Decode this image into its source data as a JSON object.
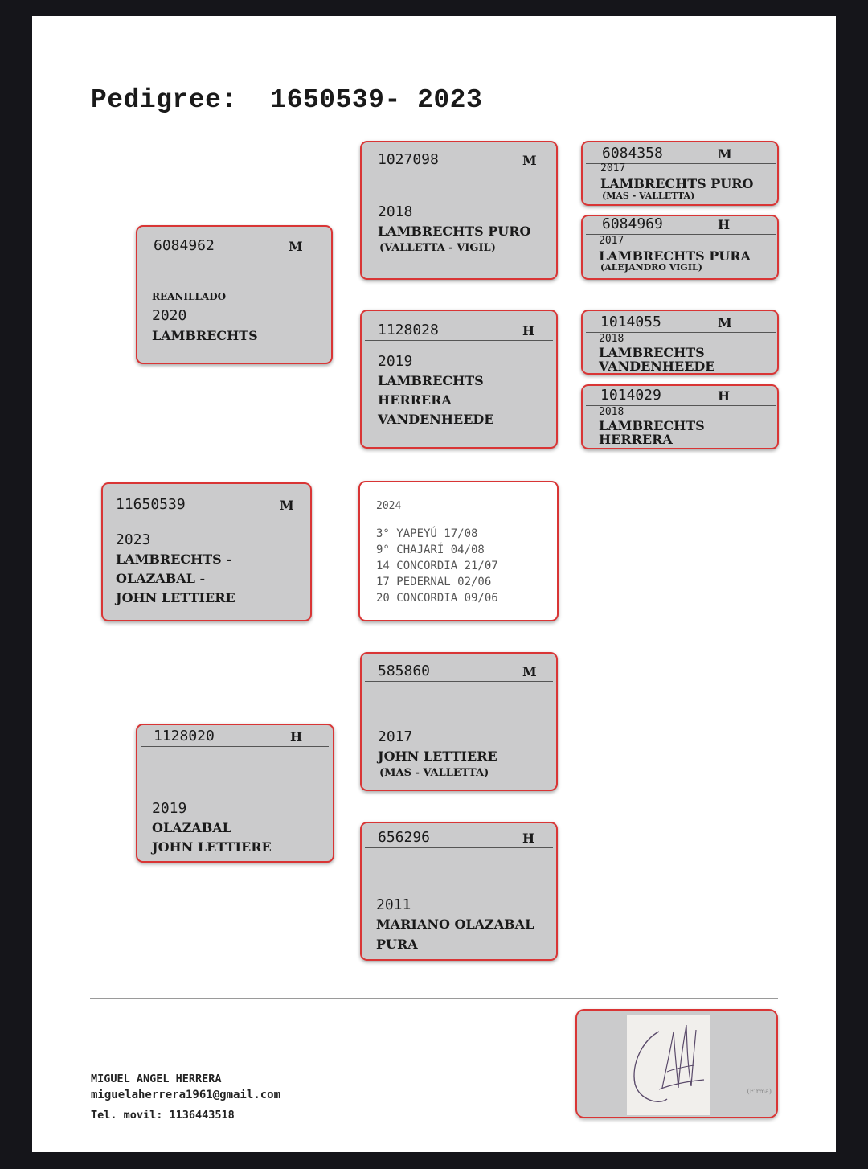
{
  "title": {
    "label": "Pedigree:",
    "number": "1650539- 2023"
  },
  "subject": {
    "ring": "11650539",
    "sex": "M",
    "year": "2023",
    "line1": "LAMBRECHTS -",
    "line2": "OLAZABAL -",
    "line3": "JOHN LETTIERE"
  },
  "sire": {
    "ring": "6084962",
    "sex": "M",
    "note": "REANILLADO",
    "year": "2020",
    "name": "LAMBRECHTS"
  },
  "dam": {
    "ring": "1128020",
    "sex": "H",
    "year": "2019",
    "line1": "OLAZABAL",
    "line2": "JOHN LETTIERE"
  },
  "sire_sire": {
    "ring": "1027098",
    "sex": "M",
    "year": "2018",
    "name": "LAMBRECHTS PURO",
    "detail": "(VALLETTA - VIGIL)"
  },
  "sire_dam": {
    "ring": "1128028",
    "sex": "H",
    "year": "2019",
    "line1": "LAMBRECHTS",
    "line2": "HERRERA",
    "line3": "VANDENHEEDE"
  },
  "dam_sire": {
    "ring": "585860",
    "sex": "M",
    "year": "2017",
    "name": "JOHN LETTIERE",
    "detail": "(MAS - VALLETTA)"
  },
  "dam_dam": {
    "ring": "656296",
    "sex": "H",
    "year": "2011",
    "line1": "MARIANO OLAZABAL",
    "line2": "PURA"
  },
  "ggp1": {
    "ring": "6084358",
    "sex": "M",
    "year": "2017",
    "name": "LAMBRECHTS PURO",
    "detail": "(MAS - VALLETTA)"
  },
  "ggp2": {
    "ring": "6084969",
    "sex": "H",
    "year": "2017",
    "name": "LAMBRECHTS PURA",
    "detail": "(ALEJANDRO VIGIL)"
  },
  "ggp3": {
    "ring": "1014055",
    "sex": "M",
    "year": "2018",
    "line1": "LAMBRECHTS",
    "line2": "VANDENHEEDE"
  },
  "ggp4": {
    "ring": "1014029",
    "sex": "H",
    "year": "2018",
    "line1": "LAMBRECHTS",
    "line2": "HERRERA"
  },
  "results": {
    "year": "2024",
    "items": [
      "3° YAPEYÚ 17/08",
      "9° CHAJARÍ 04/08",
      "14 CONCORDIA 21/07",
      "17 PEDERNAL 02/06",
      "20 CONCORDIA 09/06"
    ]
  },
  "contact": {
    "name": "MIGUEL ANGEL HERRERA",
    "email": "miguelaherrera1961@gmail.com",
    "phone": "Tel. movil: 1136443518"
  },
  "signature": {
    "caption": "(Firma)"
  }
}
